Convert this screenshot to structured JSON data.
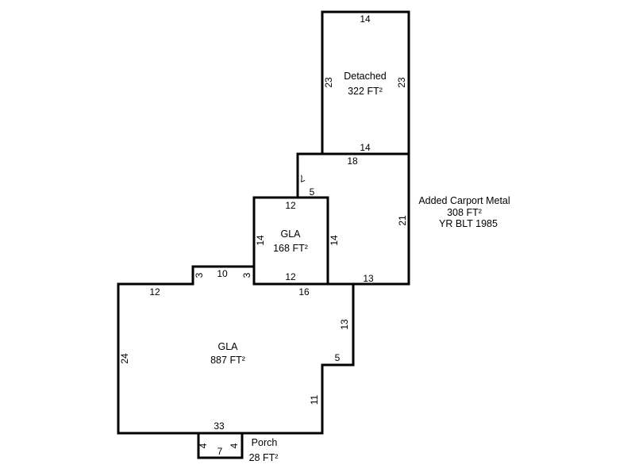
{
  "areas": {
    "detached": {
      "name": "Detached",
      "size": "322 FT²"
    },
    "carport": {
      "name": "Added Carport Metal",
      "size": "308 FT²",
      "note": "YR BLT 1985"
    },
    "gla_upper": {
      "name": "GLA",
      "size": "168 FT²"
    },
    "gla_main": {
      "name": "GLA",
      "size": "887 FT²"
    },
    "porch": {
      "name": "Porch",
      "size": "28 FT²"
    }
  },
  "dimensions": {
    "detached_top": "14",
    "detached_left": "23",
    "detached_right": "23",
    "detached_bottom": "14",
    "carport_top": "18",
    "carport_left": "7",
    "carport_step": "5",
    "carport_right": "21",
    "carport_bottom": "13",
    "gla_upper_top": "12",
    "gla_upper_left": "14",
    "gla_upper_right": "14",
    "gla_upper_bottom": "12",
    "gla_main_top_left": "12",
    "gla_main_step_left": "3",
    "gla_main_step_top": "10",
    "gla_main_step_right": "3",
    "gla_main_top_right": "16",
    "gla_main_right_upper": "13",
    "gla_main_notch": "5",
    "gla_main_right_lower": "11",
    "gla_main_bottom": "33",
    "gla_main_left": "24",
    "porch_left": "4",
    "porch_right": "4",
    "porch_bottom": "7"
  }
}
